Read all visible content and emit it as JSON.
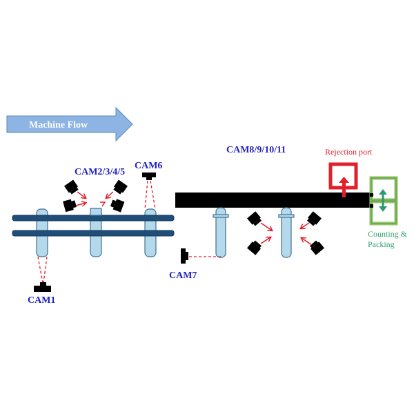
{
  "diagram": {
    "flow_arrow": {
      "label": "Machine  Flow",
      "color": "#8db4e2"
    },
    "labels": {
      "cam1": "CAM1",
      "cam2345": "CAM2/3/4/5",
      "cam6": "CAM6",
      "cam7": "CAM7",
      "cam891011": "CAM8/9/10/11",
      "rejection_port": "Rejection port",
      "counting_line1": "Counting &",
      "counting_line2": "Packing"
    },
    "colors": {
      "camera_label": "#1f1fbf",
      "rejection": "#e0202a",
      "counting": "#2fa36b",
      "counting_box": "#8fc66a",
      "rail": "#1f4e79",
      "tube": "#b4d9ea",
      "transfer_belt": "#000000"
    }
  }
}
